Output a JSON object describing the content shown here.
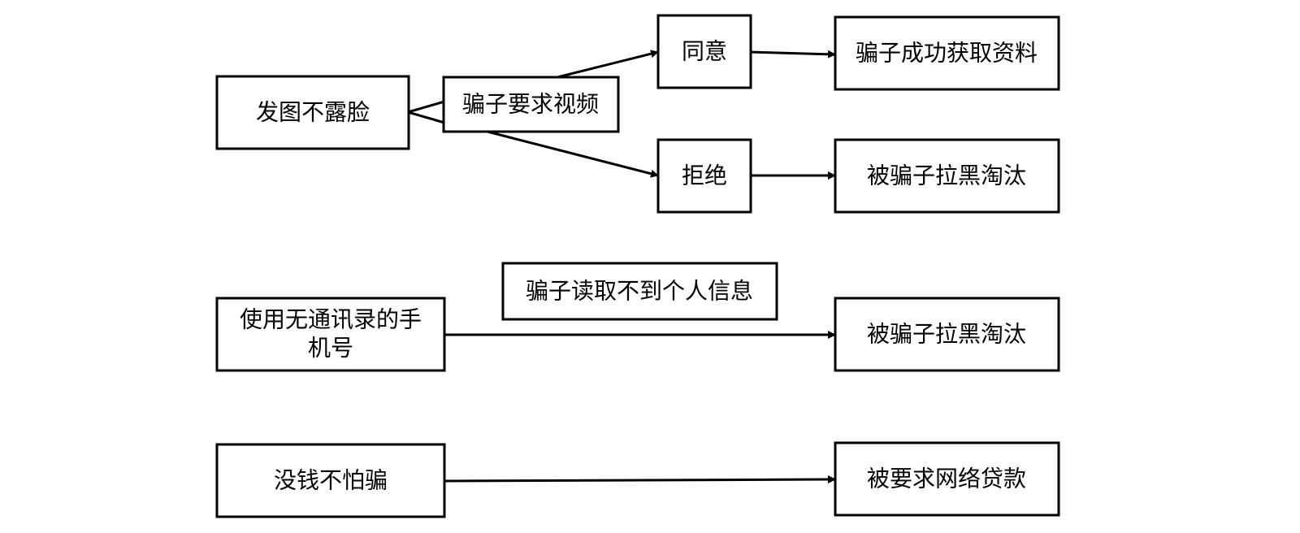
{
  "diagram": {
    "nodes": {
      "n1": "发图不露脸",
      "n2": "骗子要求视频",
      "n3": "同意",
      "n4": "骗子成功获取资料",
      "n5": "拒绝",
      "n6": "被骗子拉黑淘汰",
      "n7": "骗子读取不到个人信息",
      "n8_line1": "使用无通讯录的手",
      "n8_line2": "机号",
      "n9": "被骗子拉黑淘汰",
      "n10": "没钱不怕骗",
      "n11": "被要求网络贷款"
    },
    "edges": [
      {
        "from": "n1",
        "to": "n2"
      },
      {
        "from": "n2",
        "to": "n3"
      },
      {
        "from": "n2",
        "to": "n5"
      },
      {
        "from": "n3",
        "to": "n4"
      },
      {
        "from": "n5",
        "to": "n6"
      },
      {
        "from": "n8",
        "to": "n9",
        "label": "n7"
      },
      {
        "from": "n10",
        "to": "n11"
      }
    ],
    "colors": {
      "stroke": "#000000",
      "fill": "#ffffff"
    }
  }
}
